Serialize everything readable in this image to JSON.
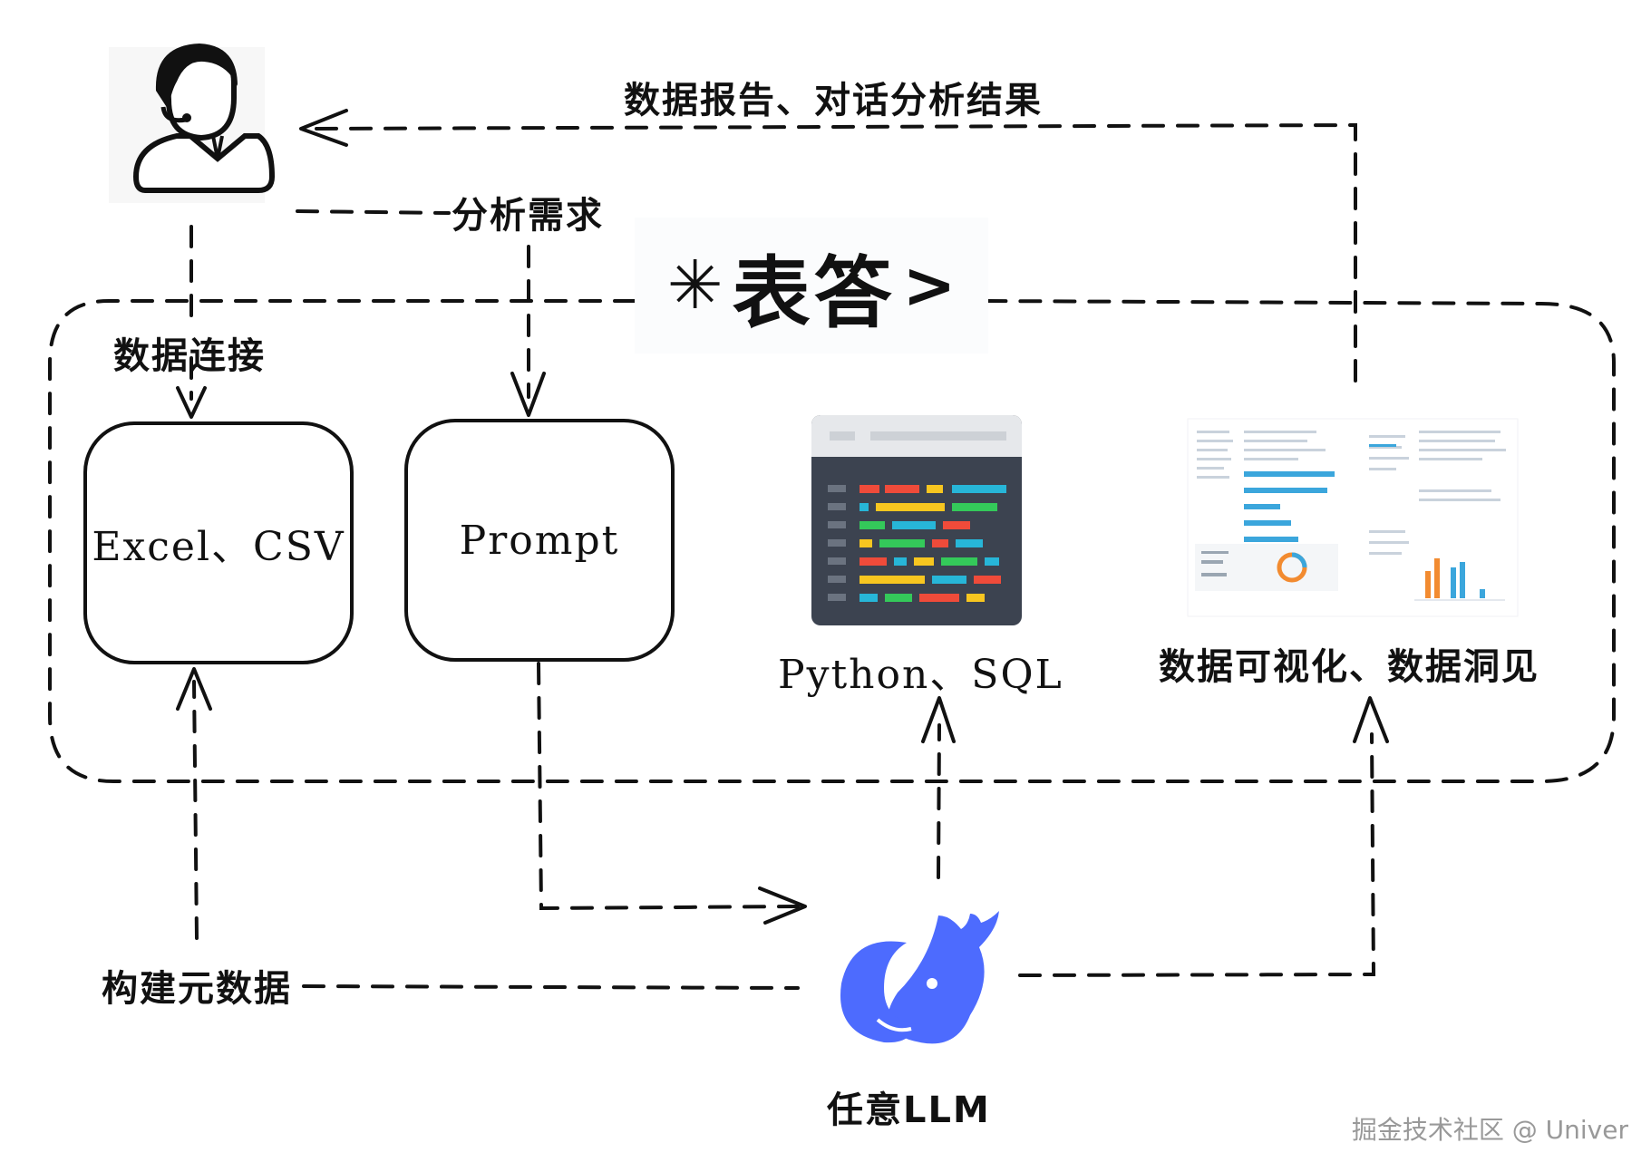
{
  "labels": {
    "report_feedback": "数据报告、对话分析结果",
    "analysis_need": "分析需求",
    "data_connect": "数据连接",
    "excel_csv": "Excel、CSV",
    "prompt": "Prompt",
    "python_sql": "Python、SQL",
    "viz_insight": "数据可视化、数据洞见",
    "build_metadata": "构建元数据",
    "any_llm": "任意LLM"
  },
  "brand": {
    "name": "表答",
    "symbol": "✳",
    "chevron": ">"
  },
  "watermark": "掘金技术社区 @ Univer",
  "colors": {
    "stroke": "#111111",
    "code_bg": "#3c4350",
    "code_header": "#e6e8eb",
    "whale": "#4d6bfe",
    "chart_blue": "#3ba6dc",
    "chart_orange": "#f28b30"
  }
}
